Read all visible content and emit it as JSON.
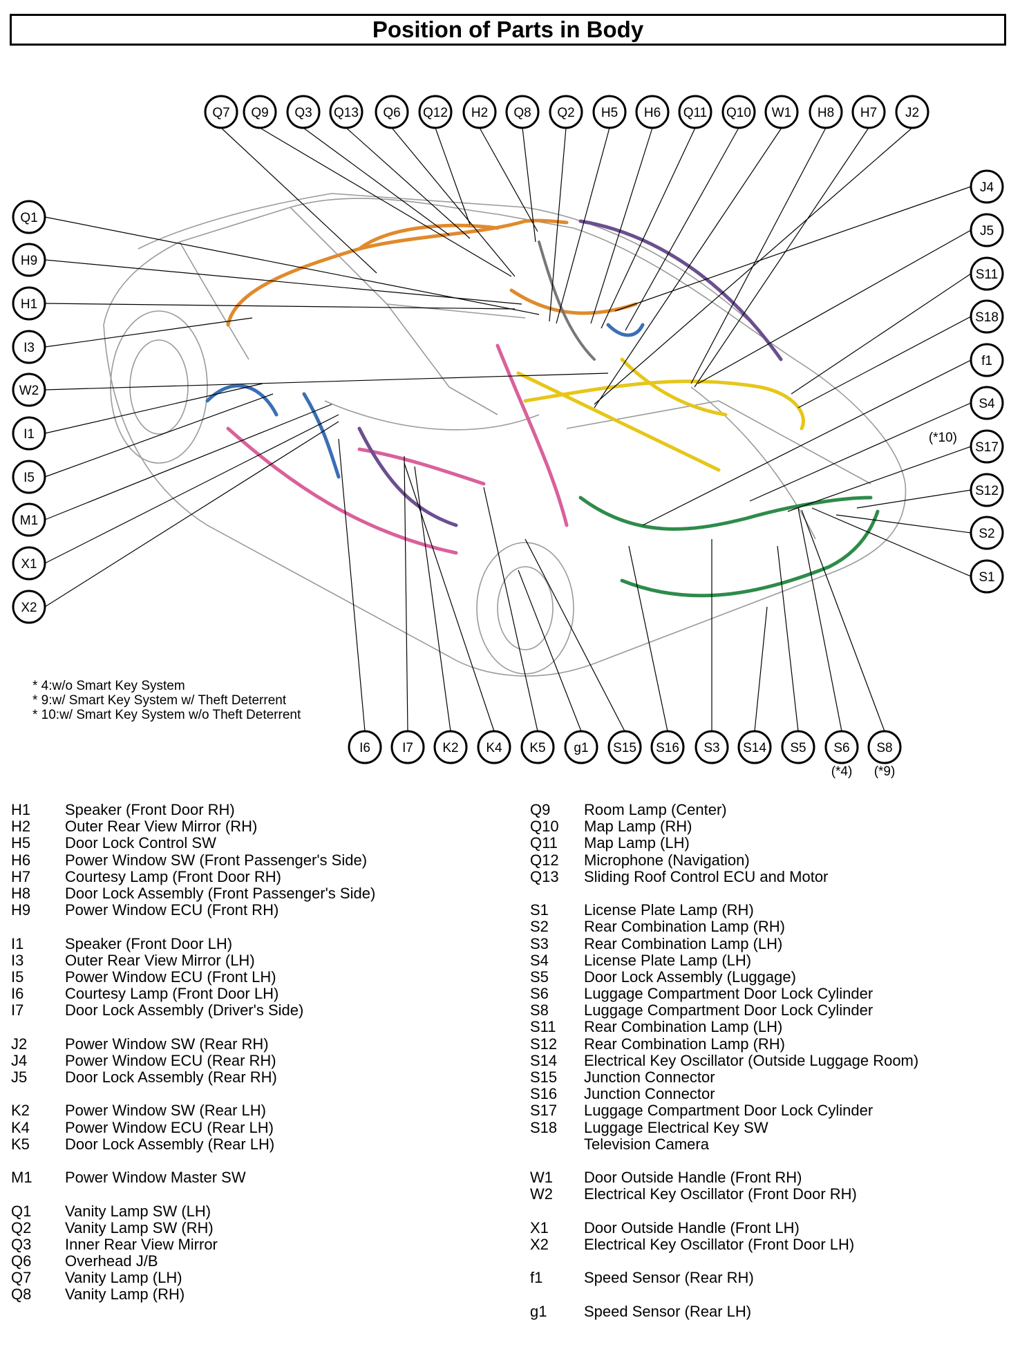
{
  "title": "Position of Parts in Body",
  "callouts_top": [
    "Q7",
    "Q9",
    "Q3",
    "Q13",
    "Q6",
    "Q12",
    "H2",
    "Q8",
    "Q2",
    "H5",
    "H6",
    "Q11",
    "Q10",
    "W1",
    "H8",
    "H7",
    "J2"
  ],
  "callouts_left": [
    "Q1",
    "H9",
    "H1",
    "I3",
    "W2",
    "I1",
    "I5",
    "M1",
    "X1",
    "X2"
  ],
  "callouts_right": [
    "J4",
    "J5",
    "S11",
    "S18",
    "f1",
    "S4",
    "S17",
    "S12",
    "S2",
    "S1"
  ],
  "callouts_bottom": [
    "I6",
    "I7",
    "K2",
    "K4",
    "K5",
    "g1",
    "S15",
    "S16",
    "S3",
    "S14",
    "S5",
    "S6",
    "S8"
  ],
  "callout_notes": {
    "S17": "(*10)",
    "S6": "(*4)",
    "S8": "(*9)"
  },
  "footnotes": [
    "* 4:w/o Smart Key System",
    "* 9:w/ Smart Key System w/ Theft Deterrent",
    "* 10:w/ Smart Key System w/o Theft Deterrent"
  ],
  "legend_left": [
    {
      "code": "H1",
      "name": "Speaker (Front Door RH)"
    },
    {
      "code": "H2",
      "name": "Outer Rear View Mirror (RH)"
    },
    {
      "code": "H5",
      "name": "Door Lock Control SW"
    },
    {
      "code": "H6",
      "name": "Power Window SW (Front Passenger's Side)"
    },
    {
      "code": "H7",
      "name": "Courtesy Lamp (Front Door RH)"
    },
    {
      "code": "H8",
      "name": "Door Lock Assembly (Front Passenger's Side)"
    },
    {
      "code": "H9",
      "name": "Power Window ECU (Front RH)"
    },
    {
      "gap": true
    },
    {
      "code": "I1",
      "name": "Speaker (Front Door LH)"
    },
    {
      "code": "I3",
      "name": "Outer Rear View Mirror (LH)"
    },
    {
      "code": "I5",
      "name": "Power Window ECU (Front LH)"
    },
    {
      "code": "I6",
      "name": "Courtesy Lamp (Front Door LH)"
    },
    {
      "code": "I7",
      "name": "Door Lock Assembly (Driver's Side)"
    },
    {
      "gap": true
    },
    {
      "code": "J2",
      "name": "Power Window SW (Rear RH)"
    },
    {
      "code": "J4",
      "name": "Power Window ECU (Rear RH)"
    },
    {
      "code": "J5",
      "name": "Door Lock Assembly (Rear RH)"
    },
    {
      "gap": true
    },
    {
      "code": "K2",
      "name": "Power Window SW (Rear LH)"
    },
    {
      "code": "K4",
      "name": "Power Window ECU (Rear LH)"
    },
    {
      "code": "K5",
      "name": "Door Lock Assembly (Rear LH)"
    },
    {
      "gap": true
    },
    {
      "code": "M1",
      "name": "Power Window Master SW"
    },
    {
      "gap": true
    },
    {
      "code": "Q1",
      "name": "Vanity Lamp SW (LH)"
    },
    {
      "code": "Q2",
      "name": "Vanity Lamp SW (RH)"
    },
    {
      "code": "Q3",
      "name": "Inner Rear View Mirror"
    },
    {
      "code": "Q6",
      "name": "Overhead J/B"
    },
    {
      "code": "Q7",
      "name": "Vanity Lamp (LH)"
    },
    {
      "code": "Q8",
      "name": "Vanity Lamp (RH)"
    }
  ],
  "legend_right": [
    {
      "code": "Q9",
      "name": "Room Lamp (Center)"
    },
    {
      "code": "Q10",
      "name": "Map Lamp (RH)"
    },
    {
      "code": "Q11",
      "name": "Map Lamp (LH)"
    },
    {
      "code": "Q12",
      "name": "Microphone (Navigation)"
    },
    {
      "code": "Q13",
      "name": "Sliding Roof Control ECU and Motor"
    },
    {
      "gap": true
    },
    {
      "code": "S1",
      "name": "License Plate Lamp (RH)"
    },
    {
      "code": "S2",
      "name": "Rear Combination Lamp (RH)"
    },
    {
      "code": "S3",
      "name": "Rear Combination Lamp (LH)"
    },
    {
      "code": "S4",
      "name": "License Plate Lamp (LH)"
    },
    {
      "code": "S5",
      "name": "Door Lock Assembly (Luggage)"
    },
    {
      "code": "S6",
      "name": "Luggage Compartment Door Lock Cylinder"
    },
    {
      "code": "S8",
      "name": "Luggage Compartment Door Lock Cylinder"
    },
    {
      "code": "S11",
      "name": "Rear Combination Lamp (LH)"
    },
    {
      "code": "S12",
      "name": "Rear Combination Lamp (RH)"
    },
    {
      "code": "S14",
      "name": "Electrical Key Oscillator (Outside Luggage Room)"
    },
    {
      "code": "S15",
      "name": "Junction Connector"
    },
    {
      "code": "S16",
      "name": "Junction Connector"
    },
    {
      "code": "S17",
      "name": "Luggage Compartment Door Lock Cylinder"
    },
    {
      "code": "S18",
      "name": "Luggage Electrical Key SW"
    },
    {
      "code": "",
      "name": "Television Camera"
    },
    {
      "gap": true
    },
    {
      "code": "W1",
      "name": "Door Outside Handle (Front RH)"
    },
    {
      "code": "W2",
      "name": "Electrical Key Oscillator (Front Door RH)"
    },
    {
      "gap": true
    },
    {
      "code": "X1",
      "name": "Door Outside Handle (Front LH)"
    },
    {
      "code": "X2",
      "name": "Electrical Key Oscillator (Front Door LH)"
    },
    {
      "gap": true
    },
    {
      "code": "f1",
      "name": "Speed Sensor (Rear RH)"
    },
    {
      "gap": true
    },
    {
      "code": "g1",
      "name": "Speed Sensor (Rear LH)"
    }
  ]
}
